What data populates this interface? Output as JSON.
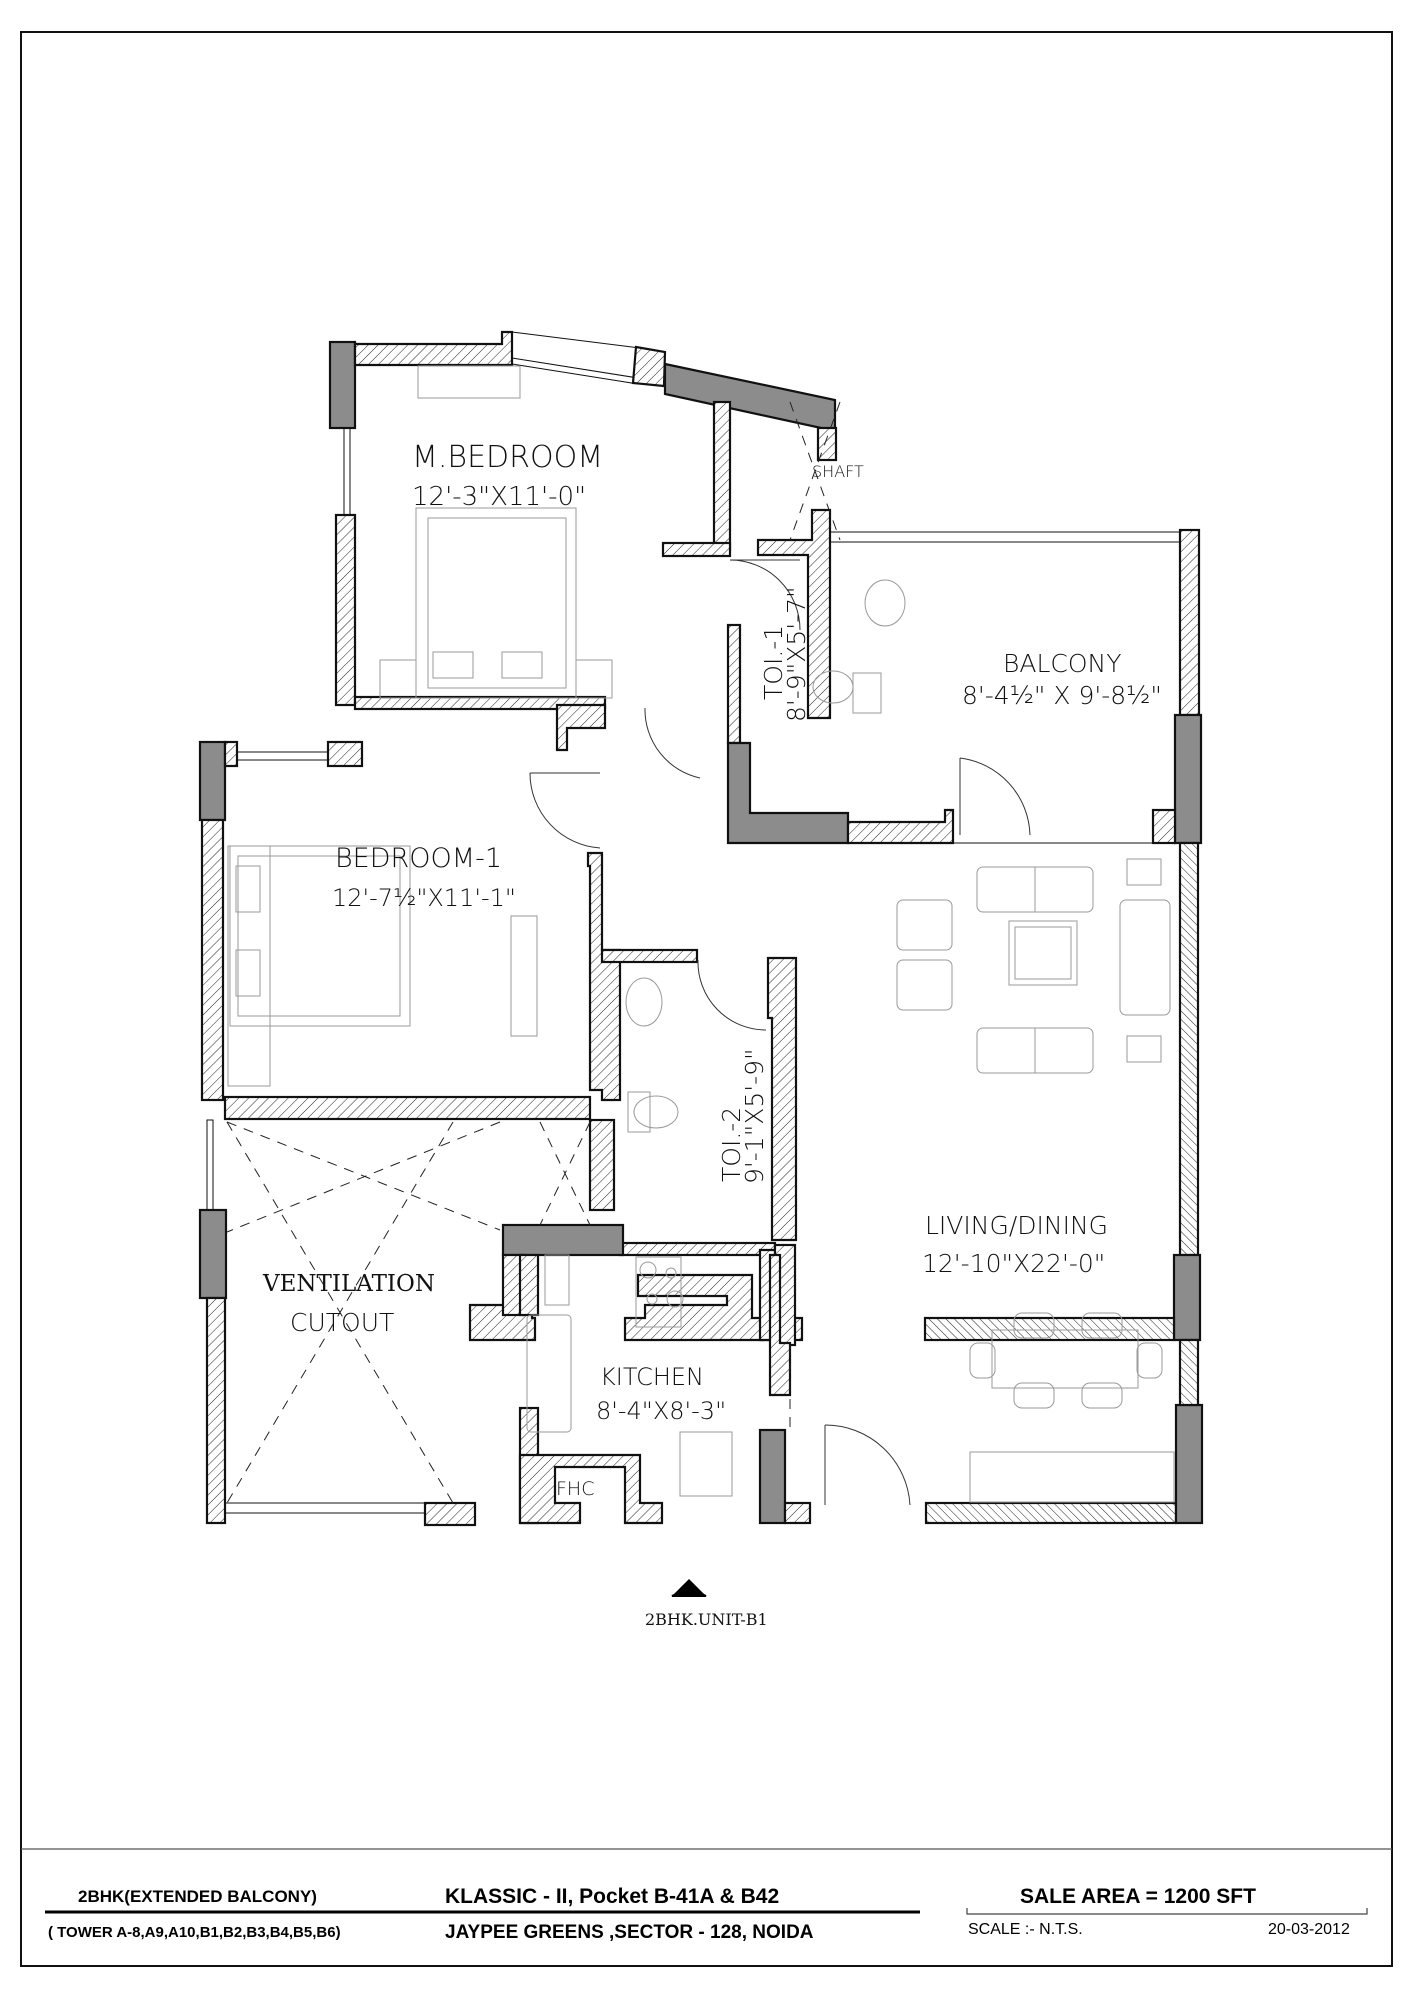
{
  "plan": {
    "unit_label": "2BHK.UNIT-B1",
    "rooms": [
      {
        "name": "M.BEDROOM",
        "size": "12'-3\"X11'-0\""
      },
      {
        "name": "BEDROOM-1",
        "size": "12'-7½\"X11'-1\""
      },
      {
        "name": "TOI.-1",
        "size": "8'-9\"X5'-7\""
      },
      {
        "name": "TOI.-2",
        "size": "9'-1\"X5'-9\""
      },
      {
        "name": "BALCONY",
        "size": "8'-4½\" X 9'-8½\""
      },
      {
        "name": "LIVING/DINING",
        "size": "12'-10\"X22'-0\""
      },
      {
        "name": "KITCHEN",
        "size": "8'-4\"X8'-3\""
      },
      {
        "name": "VENTILATION",
        "size": "CUTOUT"
      }
    ],
    "shaft_label": "SHAFT",
    "fhc_label": "FHC"
  },
  "title_block": {
    "unit_type": "2BHK(EXTENDED BALCONY)",
    "towers": "( TOWER A-8,A9,A10,B1,B2,B3,B4,B5,B6)",
    "project": "KLASSIC - II, Pocket B-41A & B42",
    "location": "JAYPEE GREENS ,SECTOR - 128, NOIDA",
    "sale_area": "SALE AREA = 1200 SFT",
    "scale": "SCALE :-  N.T.S.",
    "date": "20-03-2012"
  },
  "colors": {
    "wall_solid": "#8c8c8c",
    "line": "#111111",
    "furniture": "#9a9a9a"
  }
}
